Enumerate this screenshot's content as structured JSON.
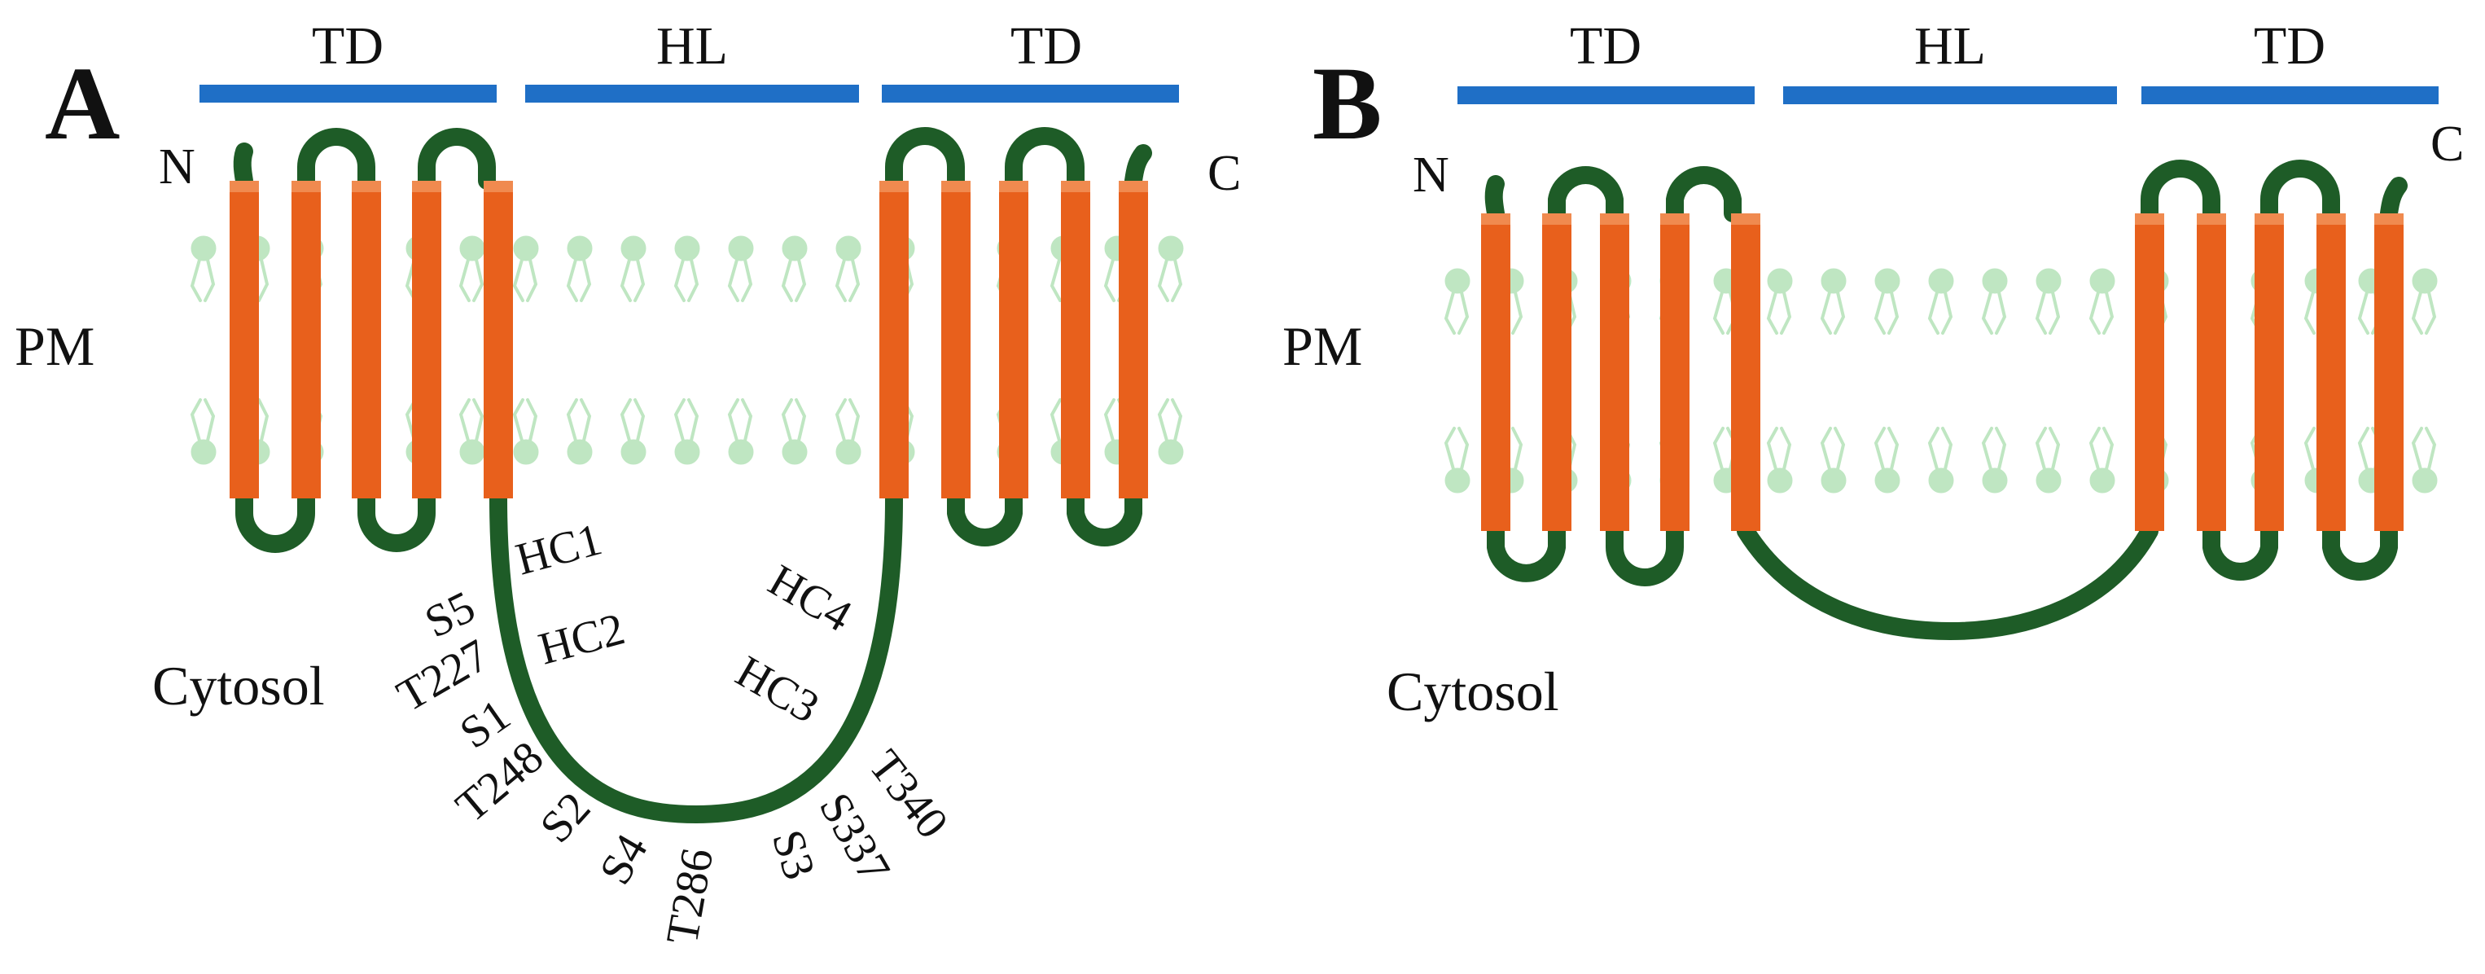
{
  "colors": {
    "domain_bar": "#1f6fc6",
    "helix": "#e8601c",
    "helix_highlight": "#f08a4f",
    "loop": "#1e5c27",
    "lipid": "#bfe6c2",
    "hc_text": "#ff1a1a",
    "text": "#111111"
  },
  "icons": [
    "lipid-bilayer",
    "transmembrane-helix",
    "peptide-loop"
  ],
  "panels": [
    {
      "letter": "A",
      "regions": [
        "TD",
        "HL",
        "TD"
      ],
      "n_label": "N",
      "c_label": "C",
      "membrane_label": "PM",
      "cytosol_label": "Cytosol",
      "hl_shape": "deep-loop",
      "hc_labels": [
        "HC1",
        "HC2",
        "HC3",
        "HC4"
      ],
      "left_sites": [
        "S5",
        "T227",
        "S1",
        "T248",
        "S2",
        "S4",
        "T286"
      ],
      "right_sites": [
        "S3",
        "S337",
        "T340"
      ]
    },
    {
      "letter": "B",
      "regions": [
        "TD",
        "HL",
        "TD"
      ],
      "n_label": "N",
      "c_label": "C",
      "membrane_label": "PM",
      "cytosol_label": "Cytosol",
      "hl_shape": "shallow-loop",
      "hc_labels": [],
      "left_sites": [],
      "right_sites": []
    }
  ]
}
